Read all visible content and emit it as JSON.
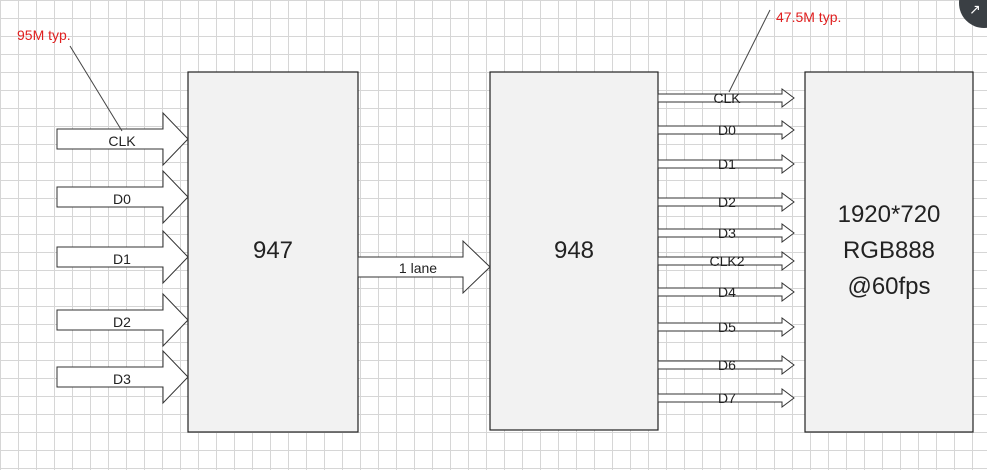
{
  "notes": {
    "input_clock": "95M typ.",
    "output_clock": "47.5M typ."
  },
  "serializer": {
    "label": "947",
    "inputs": [
      "CLK",
      "D0",
      "D1",
      "D2",
      "D3"
    ]
  },
  "link": {
    "label": "1 lane"
  },
  "deserializer": {
    "label": "948",
    "outputs": [
      "CLK",
      "D0",
      "D1",
      "D2",
      "D3",
      "CLK2",
      "D4",
      "D5",
      "D6",
      "D7"
    ]
  },
  "display": {
    "line1": "1920*720",
    "line2": "RGB888",
    "line3": "@60fps"
  },
  "colors": {
    "note": "#e02020",
    "box_fill": "#f2f2f2",
    "box_stroke": "#222222",
    "grid": "#d6d6d6"
  },
  "icons": {
    "corner": "expand-arrow-icon"
  }
}
